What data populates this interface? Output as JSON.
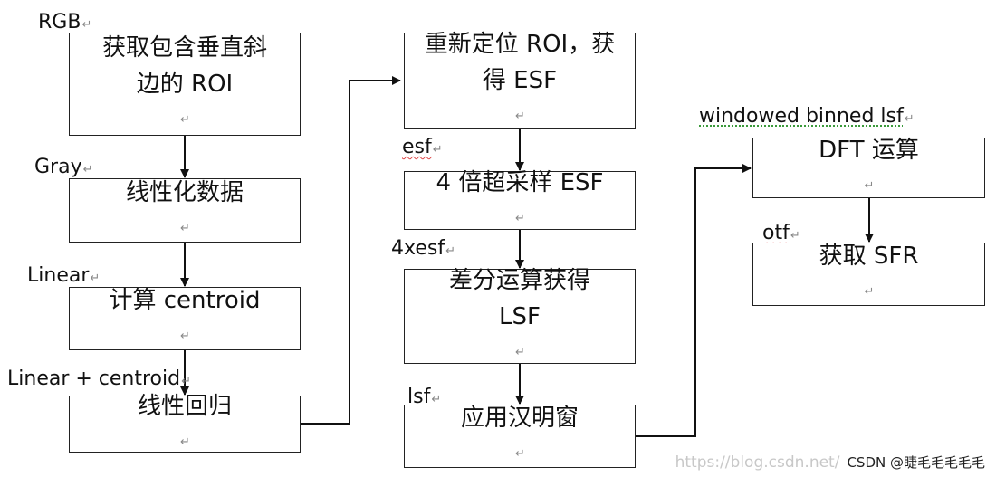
{
  "column1": {
    "labels": {
      "rgb": "RGB",
      "gray": "Gray",
      "linear": "Linear",
      "linear_centroid": "Linear + centroid"
    },
    "boxes": {
      "get_roi": {
        "line1": "获取包含垂直斜",
        "line2": "边的 ROI"
      },
      "linearize": {
        "line1": "线性化数据"
      },
      "compute_centroid": {
        "line1": "计算 centroid"
      },
      "linear_regression": {
        "line1": "线性回归"
      }
    }
  },
  "column2": {
    "labels": {
      "esf": "esf",
      "x4esf": "4xesf",
      "lsf": "lsf"
    },
    "boxes": {
      "relocate_roi": {
        "line1": "重新定位 ROI，获",
        "line2": "得 ESF"
      },
      "oversample": {
        "line1": "4 倍超采样 ESF"
      },
      "diff": {
        "line1": "差分运算获得",
        "line2": "LSF"
      },
      "window": {
        "line1": "应用汉明窗"
      }
    }
  },
  "column3": {
    "labels": {
      "windowed": "windowed binned lsf",
      "otf": "otf"
    },
    "boxes": {
      "dft": {
        "line1": "DFT 运算"
      },
      "get_sfr": {
        "line1": "获取 SFR"
      }
    }
  },
  "paragraph_mark": "↵",
  "watermark": {
    "url": "https://blog.csdn.net/",
    "site": "CSDN @睫毛毛毛毛毛"
  }
}
